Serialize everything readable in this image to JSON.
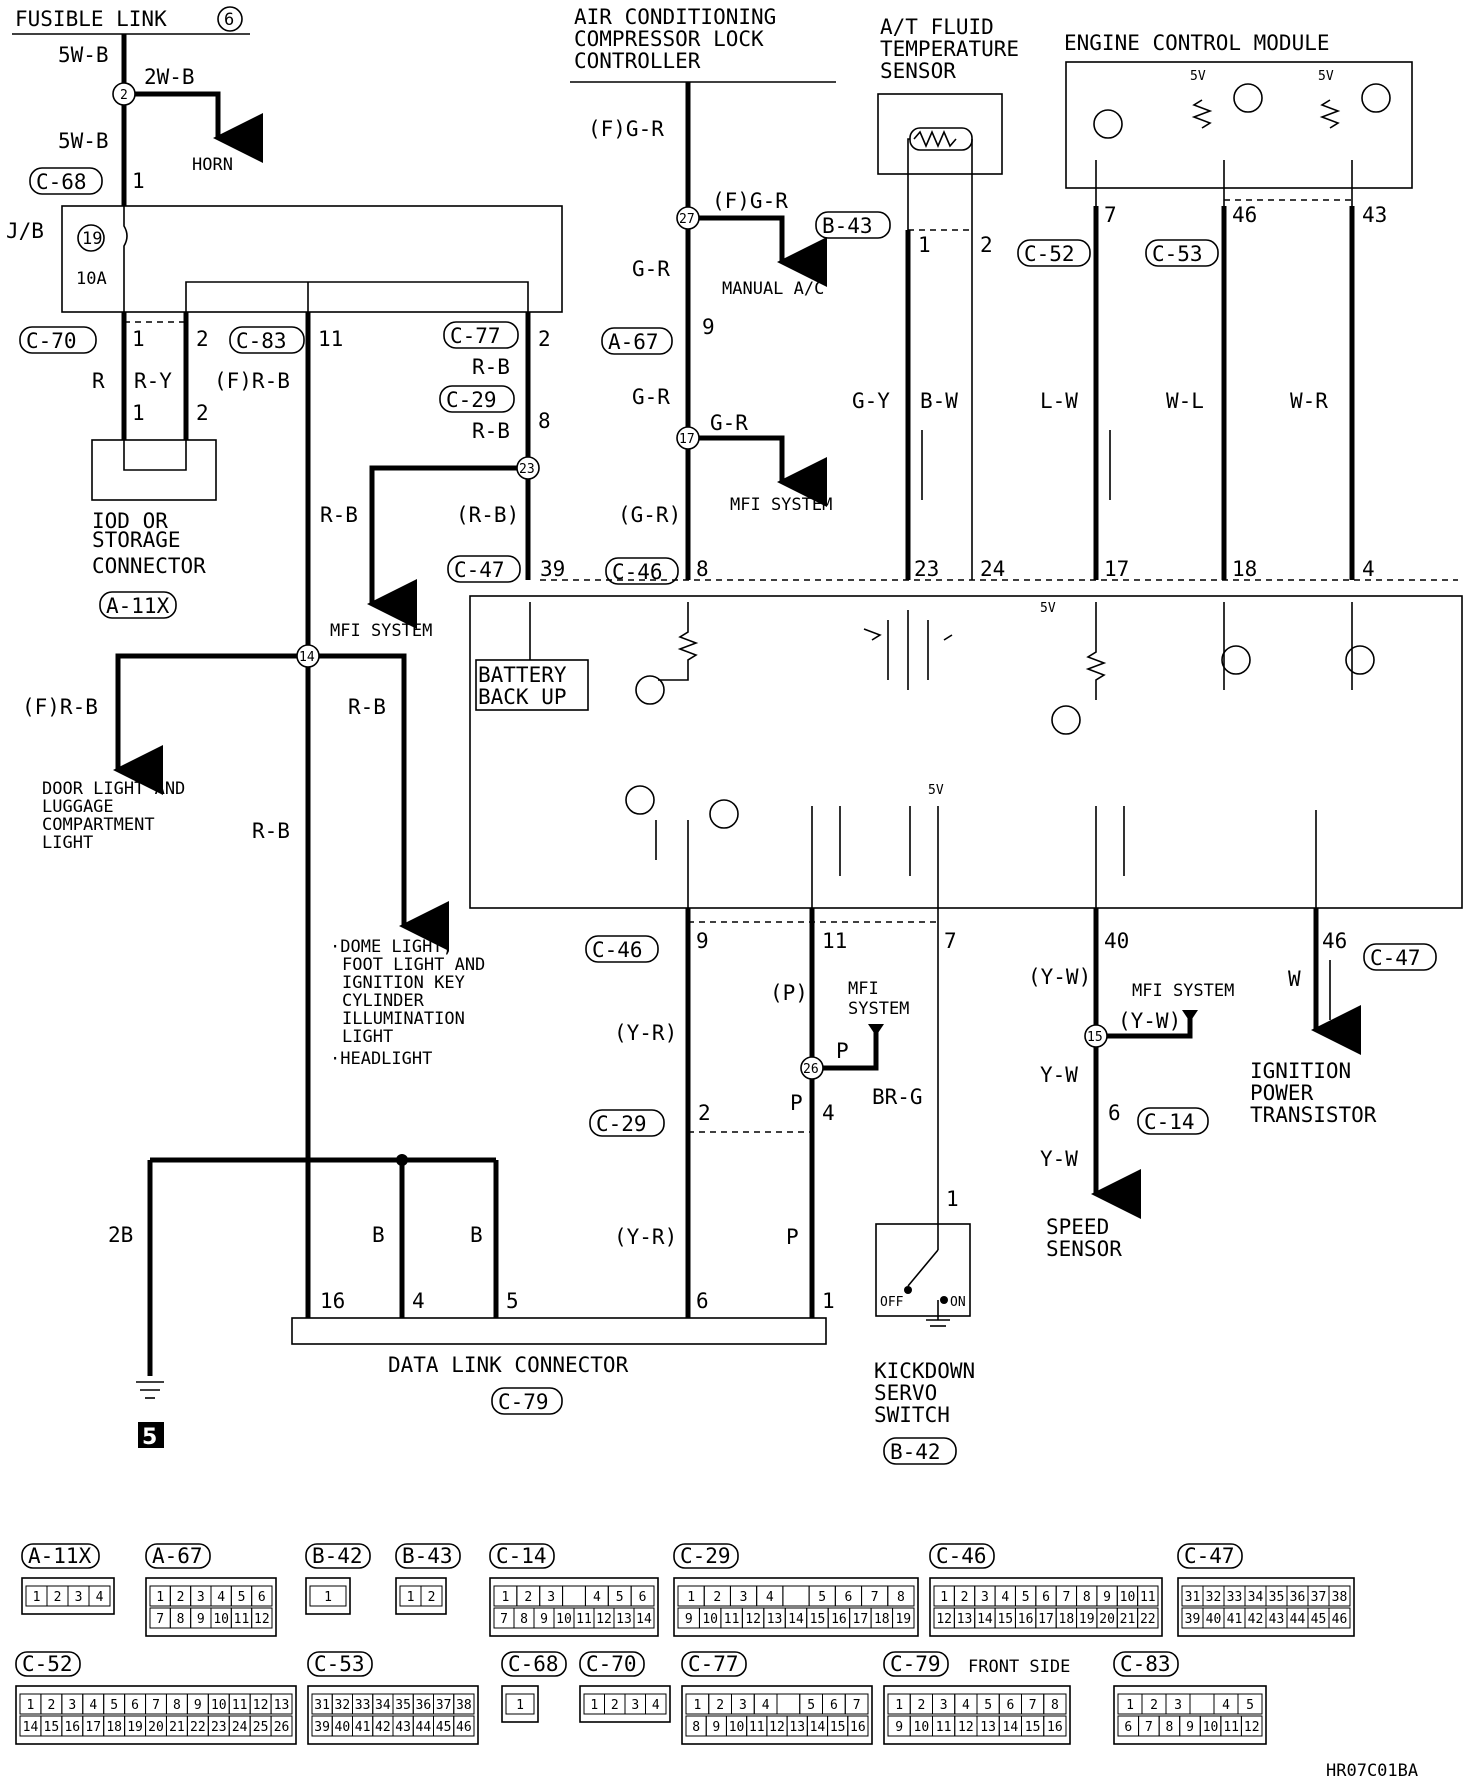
{
  "titles": {
    "fusible_link": "FUSIBLE LINK",
    "fusible_link_num": "6",
    "ac_lock": [
      "AIR CONDITIONING",
      "COMPRESSOR LOCK",
      "CONTROLLER"
    ],
    "at_fluid": [
      "A/T FLUID",
      "TEMPERATURE",
      "SENSOR"
    ],
    "ecm": "ENGINE CONTROL MODULE"
  },
  "wires": {
    "w5wb_top": "5W-B",
    "w2wb": "2W-B",
    "w5wb_bot": "5W-B",
    "r": "R",
    "ry": "R-Y",
    "frb_c83": "(F)R-B",
    "rb1": "R-B",
    "rb2": "R-B",
    "rb_left": "R-B",
    "rb_paren": "(R-B)",
    "fgr1": "(F)G-R",
    "fgr2": "(F)G-R",
    "gr1": "G-R",
    "gr2": "G-R",
    "gr3": "G-R",
    "gr_paren": "(G-R)",
    "gy": "G-Y",
    "bw": "B-W",
    "lw": "L-W",
    "wl": "W-L",
    "wr": "W-R",
    "frb_door": "(F)R-B",
    "rb_main": "R-B",
    "rb_dome": "R-B",
    "b2": "2B",
    "b_a": "B",
    "b_b": "B",
    "yr1": "(Y-R)",
    "yr2": "(Y-R)",
    "p_paren": "(P)",
    "p1": "P",
    "p2": "P",
    "p3": "P",
    "brg": "BR-G",
    "yw_paren": "(Y-W)",
    "yw_paren2": "(Y-W)",
    "yw1": "Y-W",
    "yw2": "Y-W",
    "w": "W"
  },
  "destinations": {
    "horn": "HORN",
    "manual_ac": "MANUAL A/C",
    "mfi1": "MFI SYSTEM",
    "mfi2": "MFI SYSTEM",
    "mfi3": [
      "MFI",
      "SYSTEM"
    ],
    "mfi4": "MFI SYSTEM",
    "door": [
      "DOOR LIGHT AND",
      "LUGGAGE",
      "COMPARTMENT",
      "LIGHT"
    ],
    "dome": [
      "·DOME LIGHT,",
      "FOOT LIGHT AND",
      "IGNITION KEY",
      "CYLINDER",
      "ILLUMINATION",
      "LIGHT",
      "·HEADLIGHT"
    ],
    "iod": [
      "IOD OR",
      "STORAGE",
      "CONNECTOR"
    ],
    "ignition": [
      "IGNITION",
      "POWER",
      "TRANSISTOR"
    ],
    "speed": [
      "SPEED",
      "SENSOR"
    ],
    "kickdown": [
      "KICKDOWN",
      "SERVO",
      "SWITCH"
    ],
    "dlc": "DATA LINK CONNECTOR",
    "battery": [
      "BATTERY",
      "BACK UP"
    ],
    "jb": "J/B",
    "fuse_num": "19",
    "fuse_amp": "10A",
    "ground_num": "5",
    "off": "OFF",
    "on": "ON",
    "v5": "5V"
  },
  "connectors": {
    "c68": "C-68",
    "c70": "C-70",
    "c83": "C-83",
    "c77": "C-77",
    "c29a": "C-29",
    "a11x": "A-11X",
    "c47a": "C-47",
    "a67": "A-67",
    "c46a": "C-46",
    "b43": "B-43",
    "c52": "C-52",
    "c53": "C-53",
    "c46b": "C-46",
    "c29b": "C-29",
    "c14": "C-14",
    "c47b": "C-47",
    "c79": "C-79",
    "b42": "B-42"
  },
  "pins": {
    "p1_c68": "1",
    "c70_1": "1",
    "c70_2": "2",
    "c83_11": "11",
    "c77_2": "2",
    "c29_8": "8",
    "iod_1": "1",
    "iod_2": "2",
    "c47_39": "39",
    "a67_9": "9",
    "c46_8": "8",
    "b43_1": "1",
    "b43_2": "2",
    "ecm_7": "7",
    "ecm_46": "46",
    "ecm_43": "43",
    "c46_23": "23",
    "c46_24": "24",
    "c46_17": "17",
    "c46_18": "18",
    "c46_4": "4",
    "c46_9": "9",
    "c46_11": "11",
    "c46_7": "7",
    "c47_40": "40",
    "c47_46": "46",
    "c29_2": "2",
    "c29_4": "4",
    "c14_6": "6",
    "b42_1": "1",
    "dlc_16": "16",
    "dlc_4": "4",
    "dlc_5": "5",
    "dlc_6": "6",
    "dlc_1": "1"
  },
  "junctions": {
    "j2": "2",
    "j27": "27",
    "j17": "17",
    "j23": "23",
    "j14": "14",
    "j26": "26",
    "j15": "15"
  },
  "legend": [
    {
      "id": "A-11X",
      "rows": [
        [
          "1",
          "2",
          "3",
          "4"
        ]
      ]
    },
    {
      "id": "A-67",
      "rows": [
        [
          "1",
          "2",
          "3",
          "4",
          "5",
          "6"
        ],
        [
          "7",
          "8",
          "9",
          "10",
          "11",
          "12"
        ]
      ]
    },
    {
      "id": "B-42",
      "rows": [
        [
          "1"
        ]
      ]
    },
    {
      "id": "B-43",
      "rows": [
        [
          "1",
          "2"
        ]
      ]
    },
    {
      "id": "C-14",
      "rows": [
        [
          "1",
          "2",
          "3",
          "",
          "4",
          "5",
          "6"
        ],
        [
          "7",
          "8",
          "9",
          "10",
          "11",
          "12",
          "13",
          "14"
        ]
      ]
    },
    {
      "id": "C-29",
      "rows": [
        [
          "1",
          "2",
          "3",
          "4",
          "",
          "5",
          "6",
          "7",
          "8"
        ],
        [
          "9",
          "10",
          "11",
          "12",
          "13",
          "14",
          "15",
          "16",
          "17",
          "18",
          "19"
        ]
      ]
    },
    {
      "id": "C-46",
      "rows": [
        [
          "1",
          "2",
          "3",
          "4",
          "5",
          "6",
          "7",
          "8",
          "9",
          "10",
          "11"
        ],
        [
          "12",
          "13",
          "14",
          "15",
          "16",
          "17",
          "18",
          "19",
          "20",
          "21",
          "22"
        ]
      ]
    },
    {
      "id": "C-47",
      "rows": [
        [
          "31",
          "32",
          "33",
          "34",
          "35",
          "36",
          "37",
          "38"
        ],
        [
          "39",
          "40",
          "41",
          "42",
          "43",
          "44",
          "45",
          "46"
        ]
      ]
    },
    {
      "id": "C-52",
      "rows": [
        [
          "1",
          "2",
          "3",
          "4",
          "5",
          "6",
          "7",
          "8",
          "9",
          "10",
          "11",
          "12",
          "13"
        ],
        [
          "14",
          "15",
          "16",
          "17",
          "18",
          "19",
          "20",
          "21",
          "22",
          "23",
          "24",
          "25",
          "26"
        ]
      ]
    },
    {
      "id": "C-53",
      "rows": [
        [
          "31",
          "32",
          "33",
          "34",
          "35",
          "36",
          "37",
          "38"
        ],
        [
          "39",
          "40",
          "41",
          "42",
          "43",
          "44",
          "45",
          "46"
        ]
      ]
    },
    {
      "id": "C-68",
      "rows": [
        [
          "1"
        ]
      ]
    },
    {
      "id": "C-70",
      "rows": [
        [
          "1",
          "2",
          "3",
          "4"
        ]
      ]
    },
    {
      "id": "C-77",
      "rows": [
        [
          "1",
          "2",
          "3",
          "4",
          "",
          "5",
          "6",
          "7"
        ],
        [
          "8",
          "9",
          "10",
          "11",
          "12",
          "13",
          "14",
          "15",
          "16"
        ]
      ]
    },
    {
      "id": "C-79",
      "rows": [
        [
          "1",
          "2",
          "3",
          "4",
          "5",
          "6",
          "7",
          "8"
        ],
        [
          "9",
          "10",
          "11",
          "12",
          "13",
          "14",
          "15",
          "16"
        ]
      ]
    },
    {
      "id": "C-83",
      "rows": [
        [
          "1",
          "2",
          "3",
          "",
          "4",
          "5"
        ],
        [
          "6",
          "7",
          "8",
          "9",
          "10",
          "11",
          "12"
        ]
      ]
    }
  ],
  "front_side": "FRONT SIDE",
  "code": "HR07C01BA"
}
